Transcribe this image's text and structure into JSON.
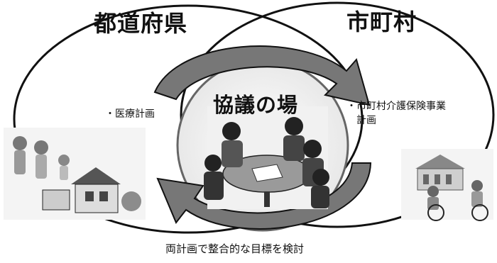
{
  "left_region": {
    "title": "都道府県",
    "item": "・医療計画"
  },
  "right_region": {
    "title": "市町村",
    "item_line1": "・市町村介護保険事業",
    "item_line2": "計画"
  },
  "center_region": {
    "title": "協議の場"
  },
  "caption": "両計画で整合的な目標を検討"
}
